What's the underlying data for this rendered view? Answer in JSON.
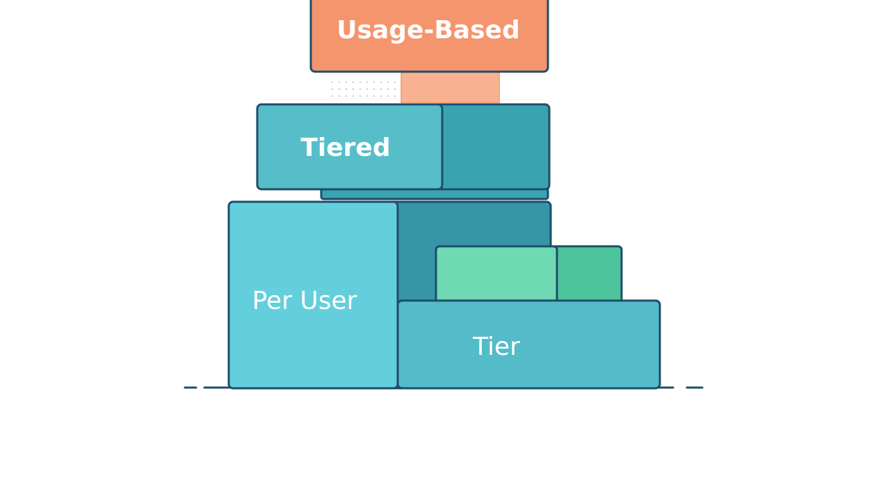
{
  "diagram": {
    "blocks": {
      "usage_based": {
        "label": "Usage-Based"
      },
      "tiered": {
        "label": "Tiered"
      },
      "per_user": {
        "label": "Per User"
      },
      "tier": {
        "label": "Tier"
      }
    },
    "colors": {
      "outline": "#1e4d68",
      "usage_based_fill": "#f4956e",
      "usage_based_connector": "#f8b191",
      "tiered_front": "#56bec9",
      "tiered_side": "#3aa3b2",
      "per_user_front": "#64cfdc",
      "per_user_side": "#3696a8",
      "tier_front": "#53bcc8",
      "green_front": "#6fd9b4",
      "green_side": "#4dc49c",
      "background": "#ffffff"
    }
  }
}
